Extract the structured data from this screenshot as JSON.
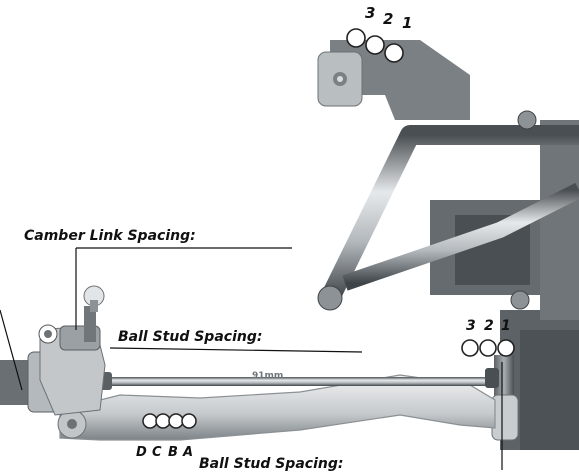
{
  "labels": {
    "camber_link_spacing": "Camber Link Spacing:",
    "ball_stud_spacing_upper": "Ball Stud Spacing:",
    "ball_stud_spacing_lower": "Ball Stud Spacing:",
    "link_length": "91mm"
  },
  "hole_numbers": {
    "top_left": [
      "3",
      "2",
      "1"
    ],
    "right": [
      "3",
      "2",
      "1"
    ],
    "bottom": [
      "D",
      "C",
      "B",
      "A"
    ]
  },
  "colors": {
    "metal_light": "#d9dde0",
    "metal_mid": "#9aa0a5",
    "metal_dark": "#3f4448",
    "text": "#111111"
  }
}
